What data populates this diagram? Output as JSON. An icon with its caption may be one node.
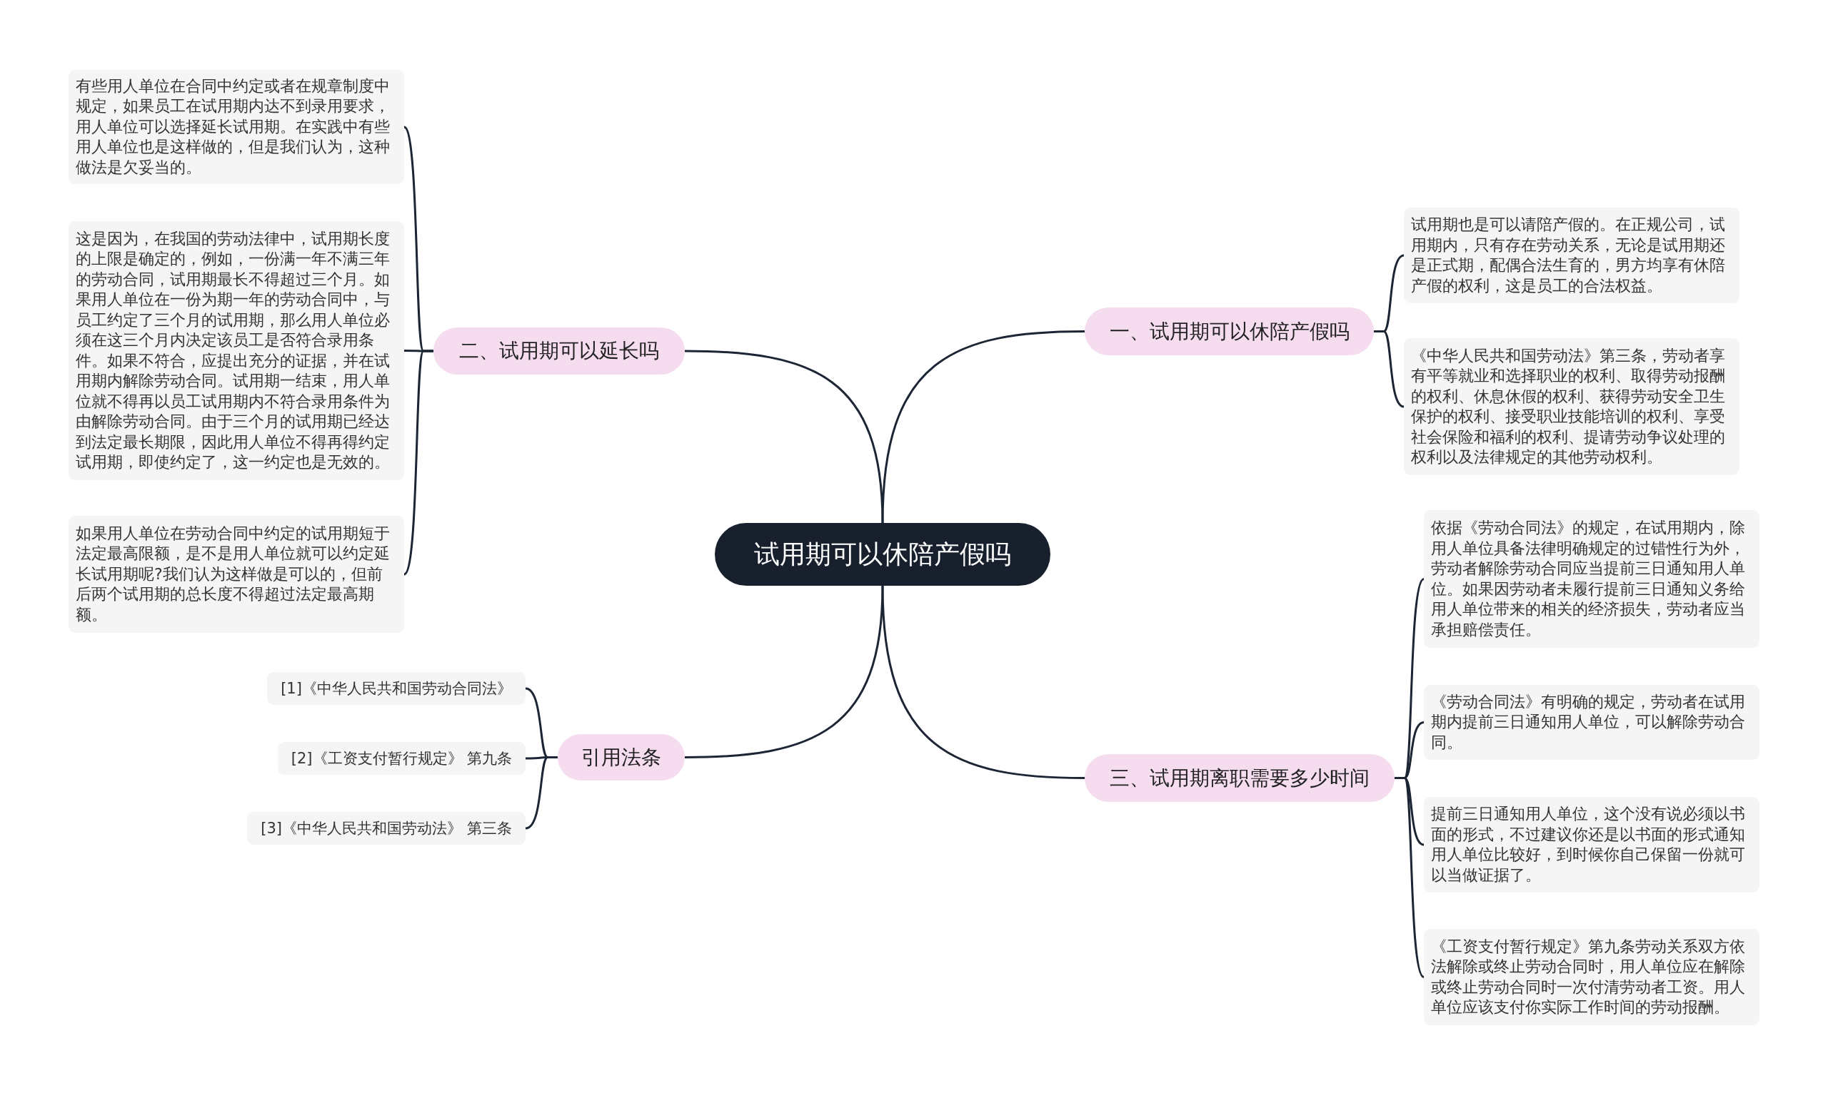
{
  "diagram": {
    "nodes": [
      {
        "text": [
          "试用期可以休陪产假吗"
        ]
      },
      {
        "text": [
          "二、试用期可以延长吗"
        ]
      },
      {
        "text": [
          "有些用人单位在合同中约定或者在规章制度中规定，如果员工在试用期内达不到录用要求，用人单位可以选择延长试用期。在实践中有些用人单位也是这样做的，但是我们认为，这种做法是欠妥当的。"
        ]
      },
      {
        "text": [
          "这是因为，在我国的劳动法律中，试用期长度的上限是确定的，例如，一份满一年不满三年的劳动合同，试用期最长不得超过三个月。如果用人单位在一份为期一年的劳动合同中，与员工约定了三个月的试用期，那么用人单位必须在这三个月内决定该员工是否符合录用条件。如果不符合，应提出充分的证据，并在试用期内解除劳动合同。试用期一结束，用人单位就不得再以员工试用期内不符合录用条件为由解除劳动合同。由于三个月的试用期已经达到法定最长期限，因此用人单位不得再得约定试用期，即使约定了，这一约定也是无效的。"
        ]
      },
      {
        "text": [
          "如果用人单位在劳动合同中约定的试用期短于法定最高限额，是不是用人单位就可以约定延长试用期呢?我们认为这样做是可以的，但前后两个试用期的总长度不得超过法定最高期额。"
        ]
      },
      {
        "text": [
          "引用法条"
        ]
      },
      {
        "text": [
          "[1]《中华人民共和国劳动合同法》"
        ]
      },
      {
        "text": [
          "[2]《工资支付暂行规定》 第九条"
        ]
      },
      {
        "text": [
          "[3]《中华人民共和国劳动法》 第三条"
        ]
      },
      {
        "text": [
          "一、试用期可以休陪产假吗"
        ]
      },
      {
        "text": [
          "试用期也是可以请陪产假的。在正规公司，试用期内，只有存在劳动关系，无论是试用期还是正式期，配偶合法生育的，男方均享有休陪产假的权利，这是员工的合法权益。"
        ]
      },
      {
        "text": [
          "《中华人民共和国劳动法》第三条，劳动者享有平等就业和选择职业的权利、取得劳动报酬的权利、休息休假的权利、获得劳动安全卫生保护的权利、接受职业技能培训的权利、享受社会保险和福利的权利、提请劳动争议处理的权利以及法律规定的其他劳动权利。"
        ]
      },
      {
        "text": [
          "三、试用期离职需要多少时间"
        ]
      },
      {
        "text": [
          "依据《劳动合同法》的规定，在试用期内，除用人单位具备法律明确规定的过错性行为外，劳动者解除劳动合同应当提前三日通知用人单位。如果因劳动者未履行提前三日通知义务给用人单位带来的相关的经济损失，劳动者应当承担赔偿责任。"
        ]
      },
      {
        "text": [
          "《劳动合同法》有明确的规定，劳动者在试用期内提前三日通知用人单位，可以解除劳动合同。"
        ]
      },
      {
        "text": [
          "提前三日通知用人单位，这个没有说必须以书面的形式，不过建议你还是以书面的形式通知用人单位比较好，到时候你自己保留一份就可以当做证据了。"
        ]
      },
      {
        "text": [
          "《工资支付暂行规定》第九条劳动关系双方依法解除或终止劳动合同时，用人单位应在解除或终止劳动合同时一次付清劳动者工资。用人单位应该支付你实际工作时间的劳动报酬。"
        ]
      }
    ],
    "edges": [
      {
        "from": 0,
        "to": 1,
        "arrow": "none"
      },
      {
        "from": 1,
        "to": 2,
        "arrow": "none"
      },
      {
        "from": 1,
        "to": 3,
        "arrow": "none"
      },
      {
        "from": 1,
        "to": 4,
        "arrow": "none"
      },
      {
        "from": 0,
        "to": 5,
        "arrow": "none"
      },
      {
        "from": 5,
        "to": 6,
        "arrow": "none"
      },
      {
        "from": 5,
        "to": 7,
        "arrow": "none"
      },
      {
        "from": 5,
        "to": 8,
        "arrow": "none"
      },
      {
        "from": 0,
        "to": 9,
        "arrow": "none"
      },
      {
        "from": 9,
        "to": 10,
        "arrow": "none"
      },
      {
        "from": 9,
        "to": 11,
        "arrow": "none"
      },
      {
        "from": 0,
        "to": 12,
        "arrow": "none"
      },
      {
        "from": 12,
        "to": 13,
        "arrow": "none"
      },
      {
        "from": 12,
        "to": 14,
        "arrow": "none"
      },
      {
        "from": 12,
        "to": 15,
        "arrow": "none"
      },
      {
        "from": 12,
        "to": 16,
        "arrow": "none"
      }
    ]
  }
}
